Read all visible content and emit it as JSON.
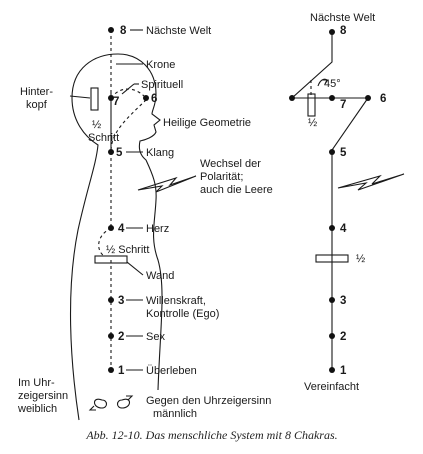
{
  "left": {
    "chakras": [
      {
        "num": "8",
        "label": "Nächste Welt"
      },
      {
        "num": "7",
        "label": "Krone"
      },
      {
        "num": "6",
        "label": "Spirituell"
      },
      {
        "num": "",
        "label": "Heilige Geometrie"
      },
      {
        "num": "5",
        "label": "Klang"
      },
      {
        "num": "4",
        "label": "Herz"
      },
      {
        "num": "3",
        "label": "Willenskraft,"
      },
      {
        "num": "2",
        "label": "Sex"
      },
      {
        "num": "1",
        "label": "Überleben"
      }
    ],
    "willenskraft_line2": "Kontrolle (Ego)",
    "hinterkopf_1": "Hinter-",
    "hinterkopf_2": "kopf",
    "half_step_head": "½",
    "schritt_head": "Schritt",
    "half_step_heart": "½ Schritt",
    "wand": "Wand",
    "wechsel_1": "Wechsel der",
    "wechsel_2": "Polarität;",
    "wechsel_3": "auch die Leere",
    "uhr_1": "Im Uhr-",
    "uhr_2": "zeigersinn",
    "uhr_3": "weiblich",
    "gegen_1": "Gegen den Uhrzeigersinn",
    "gegen_2": "männlich"
  },
  "right": {
    "title": "Nächste Welt",
    "nums": [
      "8",
      "7",
      "6",
      "5",
      "4",
      "3",
      "2",
      "1"
    ],
    "angle": "45°",
    "half": "½",
    "half_small": "½",
    "footer": "Vereinfacht"
  },
  "caption": "Abb. 12-10. Das menschliche System mit 8 Chakras."
}
